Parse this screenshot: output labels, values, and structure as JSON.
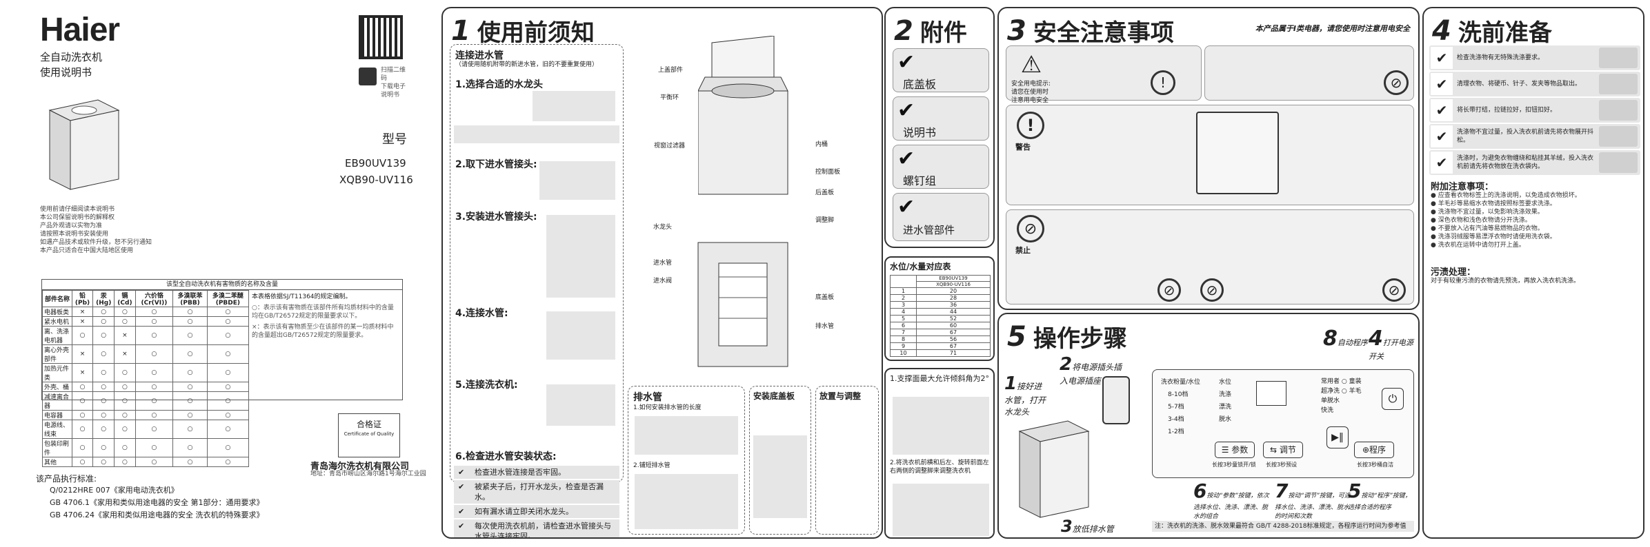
{
  "cover": {
    "brand": "Haier",
    "product": "全自动洗衣机",
    "manual": "使用说明书",
    "model_label": "型号",
    "models": [
      "EB90UV139",
      "XQB90-UV116"
    ],
    "notes": [
      "使用前请仔细阅读本说明书",
      "本公司保留说明书的解释权",
      "产品外观请以实物为准",
      "请按照本说明书安装使用",
      "如遇产品技术或软件升级，恕不另行通知",
      "本产品只适合在中国大陆地区使用"
    ],
    "table_title": "该型全自动洗衣机有害物质的名称及含量",
    "table_headers": [
      "部件名称",
      "铅(Pb)",
      "汞(Hg)",
      "镉(Cd)",
      "六价铬(Cr(VI))",
      "多溴联苯(PBB)",
      "多溴二苯醚(PBDE)"
    ],
    "table_rows": [
      [
        "电器板类",
        "×",
        "○",
        "○",
        "○",
        "○",
        "○"
      ],
      [
        "紧水电机",
        "×",
        "○",
        "○",
        "○",
        "○",
        "○"
      ],
      [
        "离、洗涤电机器",
        "○",
        "○",
        "×",
        "○",
        "○",
        "○"
      ],
      [
        "离心外壳部件",
        "×",
        "○",
        "×",
        "○",
        "○",
        "○"
      ],
      [
        "加热元件类",
        "×",
        "○",
        "○",
        "○",
        "○",
        "○"
      ],
      [
        "外壳、桶",
        "○",
        "○",
        "○",
        "○",
        "○",
        "○"
      ],
      [
        "减速离合器",
        "○",
        "○",
        "○",
        "○",
        "○",
        "○"
      ],
      [
        "电容器",
        "○",
        "○",
        "○",
        "○",
        "○",
        "○"
      ],
      [
        "电源线、线束",
        "○",
        "○",
        "○",
        "○",
        "○",
        "○"
      ],
      [
        "包装印刷件",
        "○",
        "○",
        "○",
        "○",
        "○",
        "○"
      ],
      [
        "其他",
        "○",
        "○",
        "○",
        "○",
        "○",
        "○"
      ]
    ],
    "table_note": "本表格依据SJ/T11364的规定编制。",
    "cert_title": "合格证",
    "cert_sub": "Certificate of Quality",
    "company": "青岛海尔洗衣机有限公司",
    "address": "地址：青岛市崂山区海尔路1号海尔工业园",
    "standards_label": "该产品执行标准:",
    "standards": [
      "Q/0212HRE 007《家用电动洗衣机》",
      "GB 4706.1《家用和类似用途电器的安全 第1部分：通用要求》",
      "GB 4706.24《家用和类似用途电器的安全 洗衣机的特殊要求》"
    ]
  },
  "section1": {
    "num": "1",
    "title": "使用前须知",
    "inlet_title": "连接进水管",
    "inlet_sub": "（请使用随机附带的新进水管，旧的不要重复使用）",
    "steps": [
      "1.选择合适的水龙头",
      "2.取下进水管接头:",
      "3.安装进水管接头:",
      "4.连接水管:",
      "5.连接洗衣机:",
      "6.检查进水管安装状态:"
    ],
    "parts": [
      "上盖部件",
      "平衡环",
      "视窗过滤器",
      "内桶",
      "控制面板",
      "后盖板",
      "调整脚",
      "水龙头",
      "进水管",
      "进水阀",
      "底盖板",
      "排水管"
    ],
    "drain_title": "排水管",
    "drain_1": "1.如何安装排水管的长度",
    "drain_2": "2.铺短排水管",
    "bottom_title": "安装底盖板",
    "place_title": "放置与调整",
    "place_1": "1.支撑面最大允许倾斜角为2°",
    "place_2": "2.将洗衣机前横和后左、旋转前面左右两侧的调整脚来调整洗衣机",
    "check_items": [
      "检查进水管连接是否牢固。",
      "被紧夹子后，打开水龙头，检查是否漏水。",
      "如有漏水请立即关闭水龙头。",
      "每次使用洗衣机前，请检查进水管接头与水管头连接牢固。"
    ]
  },
  "section2": {
    "num": "2",
    "title": "附件",
    "items": [
      "底盖板",
      "说明书",
      "螺钉组",
      "进水管部件"
    ],
    "table_title": "水位/水量对应表",
    "table_models": [
      "EB90UV139",
      "XQB90-UV116"
    ],
    "water_levels": [
      [
        "1",
        "20"
      ],
      [
        "2",
        "28"
      ],
      [
        "3",
        "36"
      ],
      [
        "4",
        "44"
      ],
      [
        "5",
        "52"
      ],
      [
        "6",
        "60"
      ],
      [
        "7",
        "67"
      ],
      [
        "8",
        "56"
      ],
      [
        "9",
        "67"
      ],
      [
        "10",
        "71"
      ]
    ]
  },
  "section3": {
    "num": "3",
    "title": "安全注意事项",
    "subtitle": "本产品属于Ⅰ类电器，请您使用时注意用电安全",
    "warn_label": "警告",
    "forbid_label": "禁止",
    "warn_desc": "安全用电提示:请您在使用时注意用电安全"
  },
  "section4": {
    "num": "4",
    "title": "洗前准备",
    "prep": [
      "检查洗涤物有无特殊洗涤要求。",
      "清理衣物、将硬币、针子、发夹等物品取出。",
      "将长带打结，拉链拉好，扣钮扣好。",
      "洗涤物不宜过量，投入洗衣机前请先将衣物展开抖松。",
      "洗涤时，为避免衣物缠绕和粘挂其羊绒，投入洗衣机前请先将衣物放在洗衣袋内。"
    ],
    "notice_title": "附加注意事项：",
    "stain_title": "污渍处理：",
    "stain_note": "对于有较重污渍的衣物请先预洗，再放入洗衣机洗涤。"
  },
  "section5": {
    "num": "5",
    "title": "操作步骤",
    "steps": [
      {
        "n": "1",
        "text": "接好进水管，打开水龙头"
      },
      {
        "n": "2",
        "text": "将电源插头插入电源插座"
      },
      {
        "n": "3",
        "text": "放低排水管"
      },
      {
        "n": "4",
        "text": "打开电源开关"
      },
      {
        "n": "5",
        "text": "按动“程序”按键，选择合适的程序"
      },
      {
        "n": "6",
        "text": "按动“参数”按键，依次选择水位、洗涤、漂洗、脱水的组合"
      },
      {
        "n": "7",
        "text": "按动“调节”按键，可选择水位、洗涤、漂洗、脱水的时间和次数"
      },
      {
        "n": "8",
        "text": "自动程序"
      }
    ],
    "panel_labels": [
      "洗衣粉量/水位",
      "水位",
      "洗涤",
      "漂洗",
      "脱水"
    ],
    "load_levels": [
      "8-10档",
      "5-7档",
      "3-4档",
      "1-2档"
    ],
    "programs": [
      "常用者",
      "超净洗",
      "单脱水",
      "快洗",
      "童装",
      "羊毛"
    ],
    "button_param": "参数",
    "button_adjust": "调节",
    "button_program": "程序",
    "hint_param": "长按3秒童锁开/锁",
    "hint_adjust": "长按3秒预设",
    "hint_program": "长按3秒桶自洁",
    "footer": "注：洗衣机的洗涤、脱水效果最符合 GB/T 4288-2018标准规定，各程序运行时间为参考值"
  }
}
